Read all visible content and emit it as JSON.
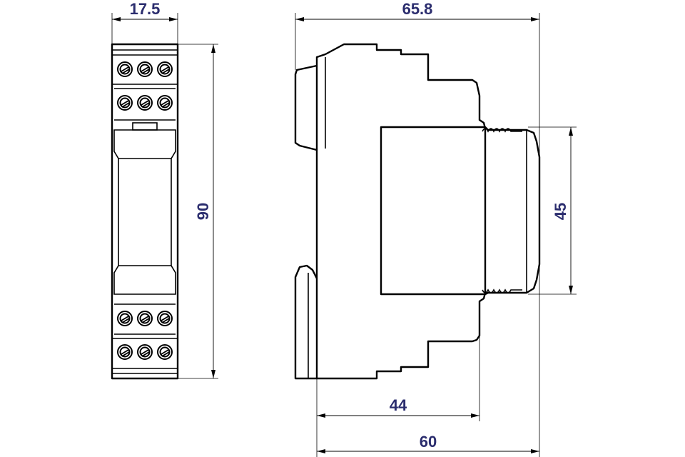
{
  "dimensions": {
    "front_width": "17.5",
    "front_height": "90",
    "total_depth": "65.8",
    "front_cover_height": "45",
    "depth_44": "44",
    "depth_60": "60"
  },
  "colors": {
    "dimension_text": "#2b2d6e",
    "line": "#000000",
    "background": "#ffffff"
  }
}
